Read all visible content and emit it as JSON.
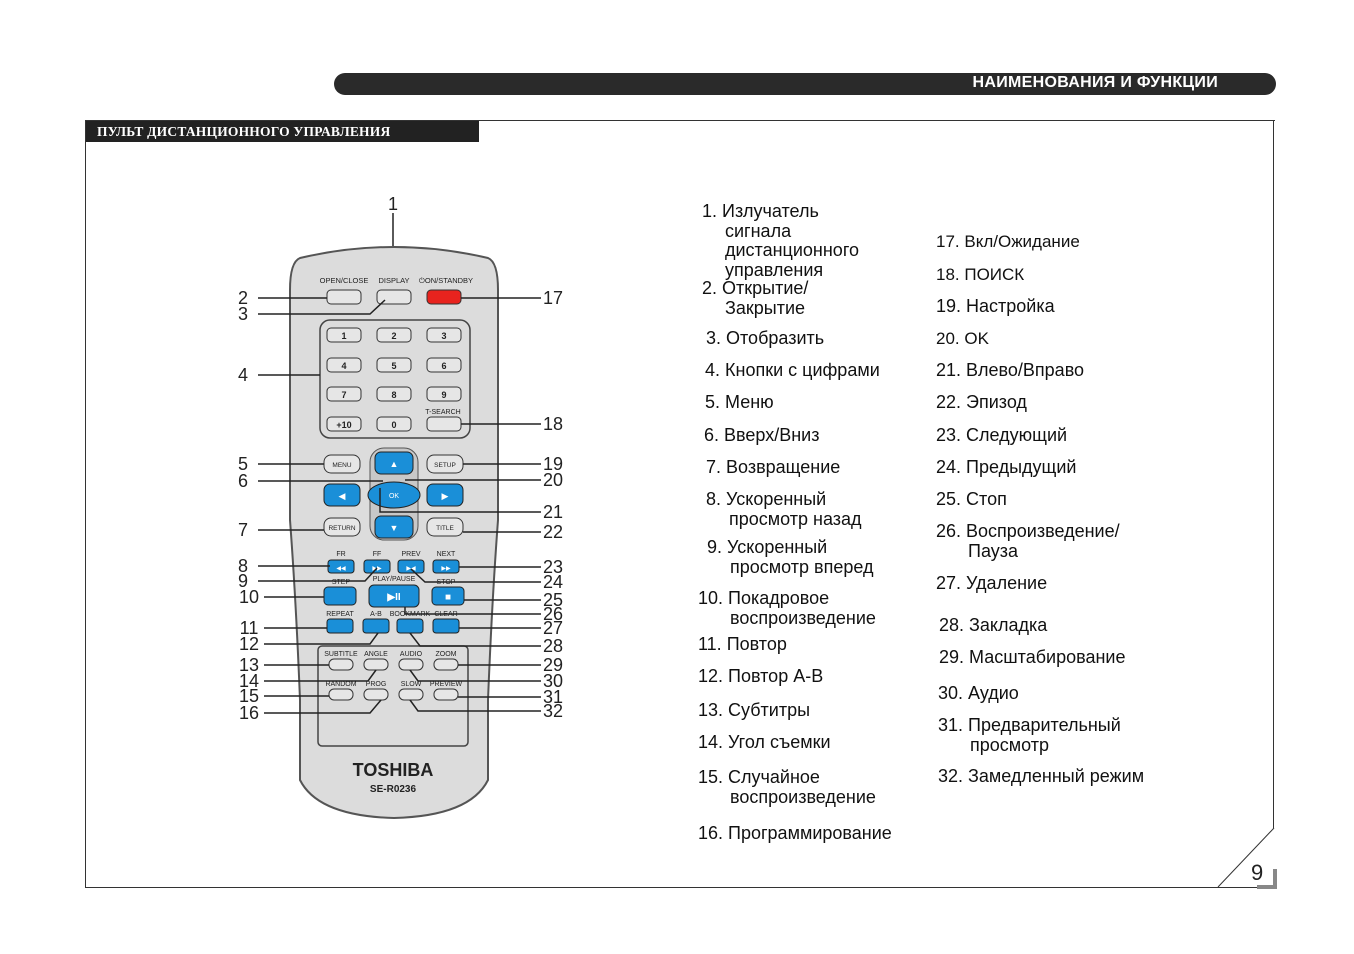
{
  "header": {
    "title": "НАИМЕНОВАНИЯ И ФУНКЦИИ"
  },
  "section": {
    "title": "ПУЛЬТ ДИСТАНЦИОННОГО УПРАВЛЕНИЯ"
  },
  "page_number": "9",
  "remote": {
    "brand": "TOSHIBA",
    "model": "SE-R0236",
    "top_labels": [
      "OPEN/CLOSE",
      "DISPLAY",
      "ON/STANDBY"
    ],
    "digits": [
      "1",
      "2",
      "3",
      "4",
      "5",
      "6",
      "7",
      "8",
      "9",
      "+10",
      "0"
    ],
    "tsearch": "T-SEARCH",
    "menu": "MENU",
    "setup": "SETUP",
    "ok": "OK",
    "return": "RETURN",
    "title": "TITLE",
    "transport_labels": [
      "FR",
      "FF",
      "PREV",
      "NEXT"
    ],
    "step": "STEP",
    "play_pause": "PLAY/PAUSE",
    "stop": "STOP",
    "row_labels": [
      "REPEAT",
      "A-B",
      "BOOKMARK",
      "CLEAR"
    ],
    "lower_labels_1": [
      "SUBTITLE",
      "ANGLE",
      "AUDIO",
      "ZOOM"
    ],
    "lower_labels_2": [
      "RANDOM",
      "PROG",
      "SLOW",
      "PREVIEW"
    ],
    "play_symbol": "▶II",
    "callout_numbers": [
      "1",
      "2",
      "3",
      "4",
      "5",
      "6",
      "7",
      "8",
      "9",
      "10",
      "11",
      "12",
      "13",
      "14",
      "15",
      "16",
      "17",
      "18",
      "19",
      "20",
      "21",
      "22",
      "23",
      "24",
      "25",
      "26",
      "27",
      "28",
      "29",
      "30",
      "31",
      "32"
    ]
  },
  "functions_left": [
    {
      "num": "1.",
      "lines": [
        "Излучатель",
        "сигнала",
        "дистанционного",
        "управления"
      ]
    },
    {
      "num": "2.",
      "lines": [
        "Открытие/",
        "Закрытие"
      ]
    },
    {
      "num": "3.",
      "lines": [
        "Отобразить"
      ]
    },
    {
      "num": "4.",
      "lines": [
        "Кнопки с цифрами"
      ]
    },
    {
      "num": "5.",
      "lines": [
        "Меню"
      ]
    },
    {
      "num": "6.",
      "lines": [
        "Вверх/Вниз"
      ]
    },
    {
      "num": "7.",
      "lines": [
        "Возвращение"
      ]
    },
    {
      "num": "8.",
      "lines": [
        "Ускоренный",
        "просмотр назад"
      ]
    },
    {
      "num": "9.",
      "lines": [
        "Ускоренный",
        "просмотр вперед"
      ]
    },
    {
      "num": "10.",
      "lines": [
        "Покадровое",
        "воспроизведение"
      ]
    },
    {
      "num": "11.",
      "lines": [
        "Повтор"
      ]
    },
    {
      "num": "12.",
      "lines": [
        "Повтор А-В"
      ]
    },
    {
      "num": "13.",
      "lines": [
        "Субтитры"
      ]
    },
    {
      "num": "14.",
      "lines": [
        "Угол съемки"
      ]
    },
    {
      "num": "15.",
      "lines": [
        "Случайное",
        "воспроизведение"
      ]
    },
    {
      "num": "16.",
      "lines": [
        "Программирование"
      ]
    }
  ],
  "functions_right": [
    {
      "num": "17.",
      "lines": [
        "Вкл/Ожидание"
      ]
    },
    {
      "num": "18.",
      "lines": [
        "ПОИСК"
      ]
    },
    {
      "num": "19.",
      "lines": [
        "Настройка"
      ]
    },
    {
      "num": "20.",
      "lines": [
        "OK"
      ]
    },
    {
      "num": "21.",
      "lines": [
        "Влево/Вправо"
      ]
    },
    {
      "num": "22.",
      "lines": [
        "Эпизод"
      ]
    },
    {
      "num": "23.",
      "lines": [
        "Следующий"
      ]
    },
    {
      "num": "24.",
      "lines": [
        "Предыдущий"
      ]
    },
    {
      "num": "25.",
      "lines": [
        "Стоп"
      ]
    },
    {
      "num": "26.",
      "lines": [
        "Воспроизведение/",
        "Пауза"
      ]
    },
    {
      "num": "27.",
      "lines": [
        "Удаление"
      ]
    },
    {
      "num": "28.",
      "lines": [
        "Закладка"
      ]
    },
    {
      "num": "29.",
      "lines": [
        "Масштабирование"
      ]
    },
    {
      "num": "30.",
      "lines": [
        "Аудио"
      ]
    },
    {
      "num": "31.",
      "lines": [
        "Предварительный",
        "просмотр"
      ]
    },
    {
      "num": "32.",
      "lines": [
        "Замедленный режим"
      ]
    }
  ],
  "colors": {
    "blue_button": "#1a8fd8",
    "red_button": "#e8231e",
    "remote_body": "#dcdcdc",
    "header_bg": "#2a2a2a"
  }
}
